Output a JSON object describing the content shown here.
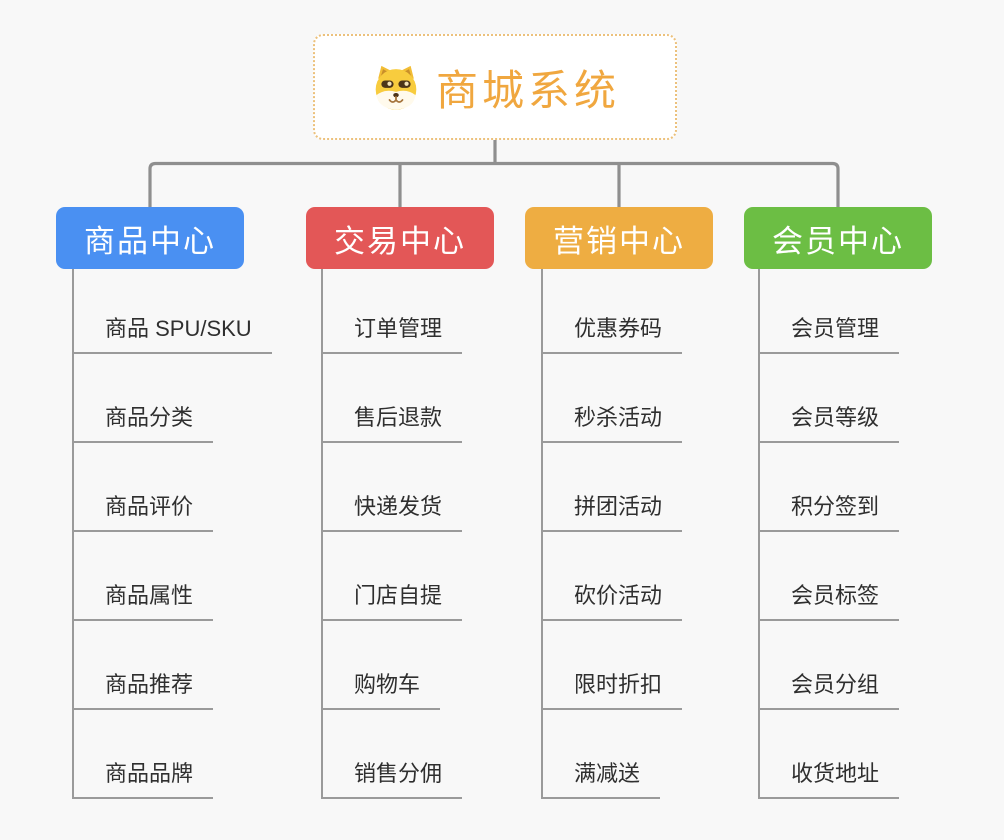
{
  "root": {
    "title": "商城系统",
    "icon": "dog-icon",
    "accent_color": "#f0a73f",
    "border_color": "#ecc17c"
  },
  "connector_color": "#8f8f8f",
  "underline_color": "#9a9a9a",
  "branches": [
    {
      "label": "商品中心",
      "color": "#4a90f2",
      "items": [
        "商品 SPU/SKU",
        "商品分类",
        "商品评价",
        "商品属性",
        "商品推荐",
        "商品品牌"
      ]
    },
    {
      "label": "交易中心",
      "color": "#e35757",
      "items": [
        "订单管理",
        "售后退款",
        "快递发货",
        "门店自提",
        "购物车",
        "销售分佣"
      ]
    },
    {
      "label": "营销中心",
      "color": "#eead42",
      "items": [
        "优惠券码",
        "秒杀活动",
        "拼团活动",
        "砍价活动",
        "限时折扣",
        "满减送"
      ]
    },
    {
      "label": "会员中心",
      "color": "#6cbe44",
      "items": [
        "会员管理",
        "会员等级",
        "积分签到",
        "会员标签",
        "会员分组",
        "收货地址"
      ]
    }
  ]
}
